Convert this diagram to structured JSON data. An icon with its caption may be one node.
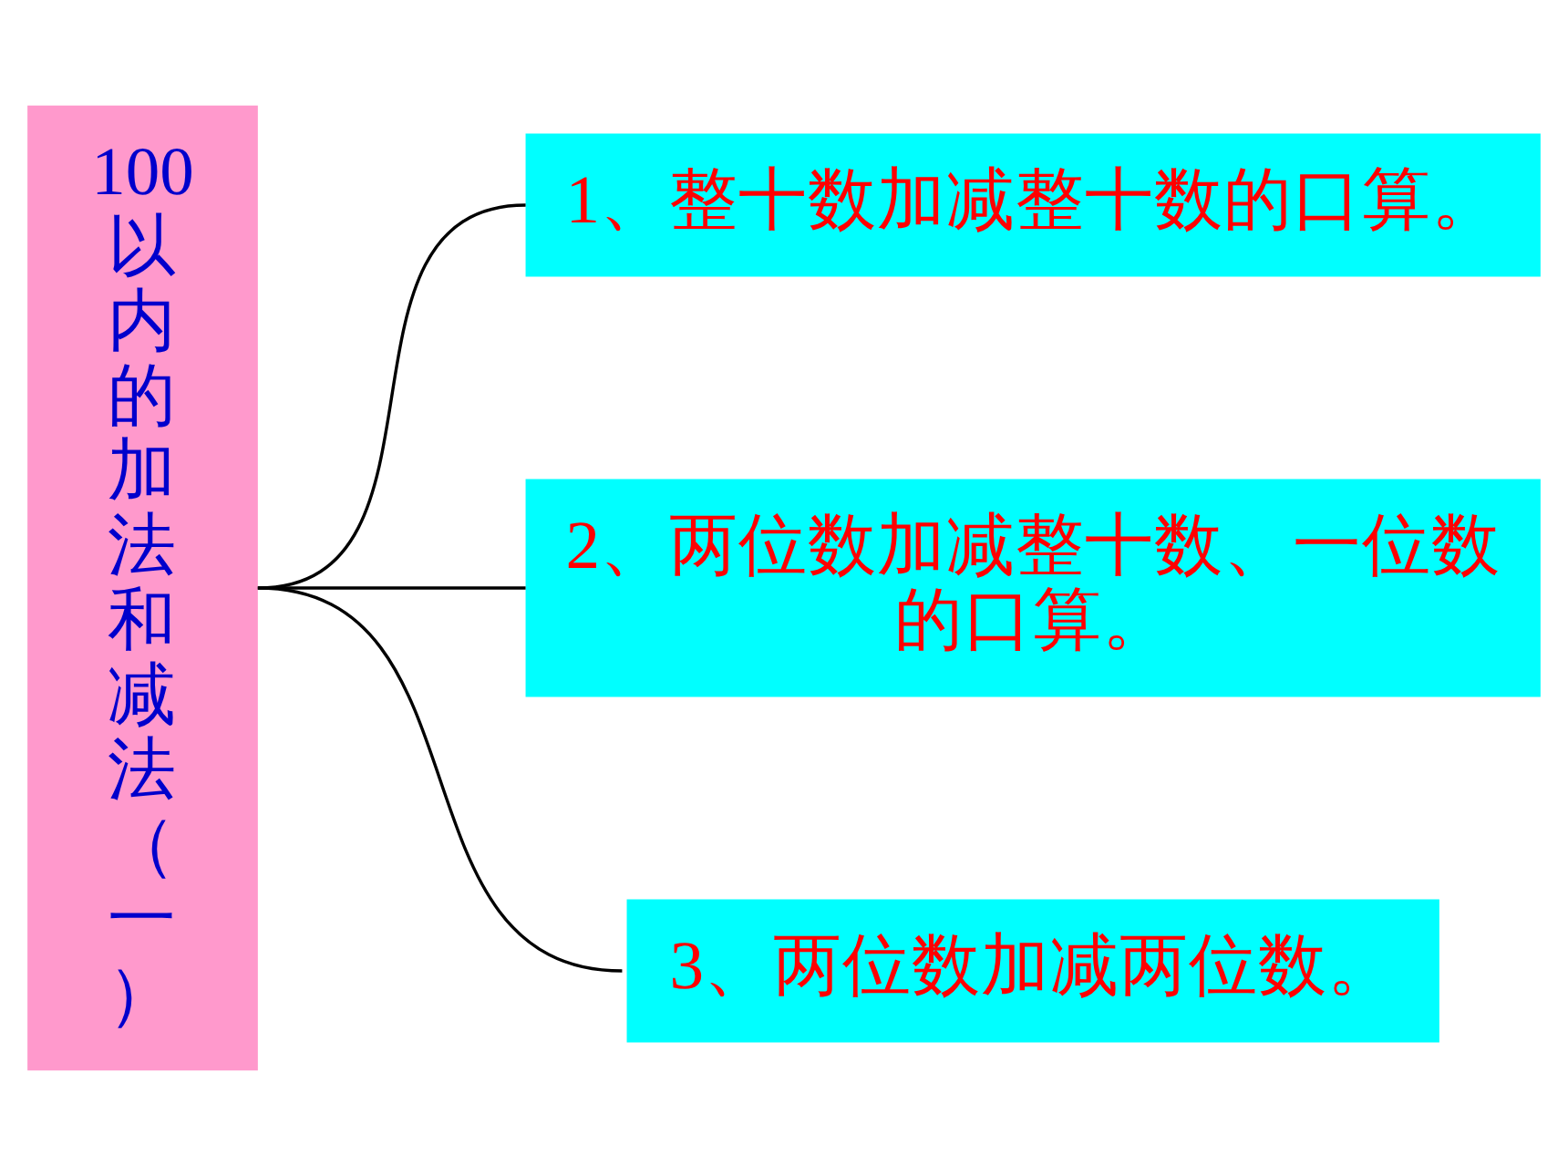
{
  "diagram": {
    "nodes": [
      {
        "text": [
          "100以内的加法和减法（一）"
        ]
      },
      {
        "text": [
          "1、整十数加减整十数的口算。"
        ]
      },
      {
        "text": [
          "2、两位数加减整十数、一位数的口算。"
        ]
      },
      {
        "text": [
          "3、两位数加减两位数。"
        ]
      }
    ],
    "edges": [
      {
        "from": 0,
        "to": 1,
        "arrow": "none"
      },
      {
        "from": 0,
        "to": 2,
        "arrow": "none"
      },
      {
        "from": 0,
        "to": 3,
        "arrow": "none"
      }
    ]
  }
}
